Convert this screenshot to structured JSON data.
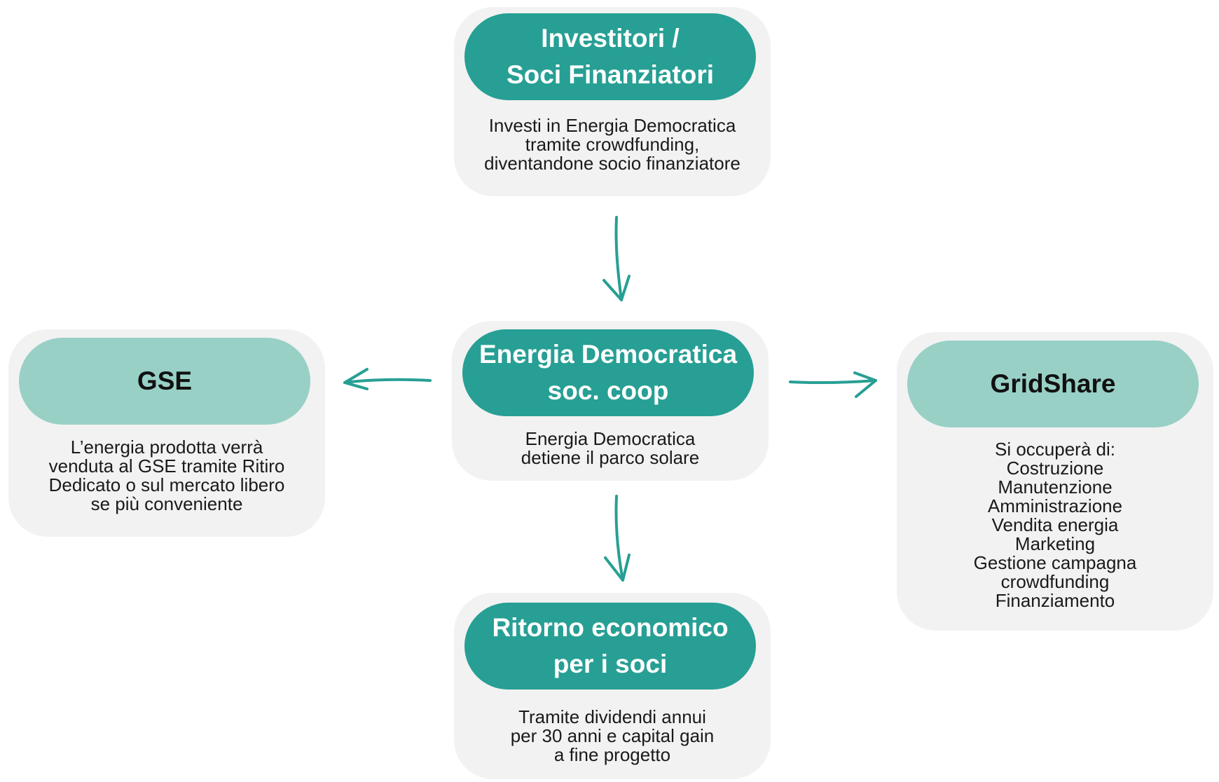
{
  "nodes": {
    "investitori": {
      "title": "Investitori /\nSoci Finanziatori",
      "desc": "Investi in Energia Democratica\ntramite crowdfunding,\ndiventandone socio finanziatore"
    },
    "energia": {
      "title": "Energia Democratica\nsoc. coop",
      "desc": "Energia Democratica\ndetiene il parco solare"
    },
    "gse": {
      "title": "GSE",
      "desc": "L’energia prodotta verrà\nvenduta al GSE tramite Ritiro\nDedicato o sul mercato libero\nse più conveniente"
    },
    "gridshare": {
      "title": "GridShare",
      "desc": "Si occuperà di:\nCostruzione\nManutenzione\nAmministrazione\nVendita energia\nMarketing\nGestione campagna\ncrowdfunding\nFinanziamento"
    },
    "ritorno": {
      "title": "Ritorno economico\nper i soci",
      "desc": "Tramite dividendi annui\nper 30 anni e capital gain\na fine progetto"
    }
  },
  "colors": {
    "pill_dark": "#279f94",
    "pill_light": "#98d0c6",
    "card_bg": "#f2f2f2",
    "arrow": "#279f94"
  }
}
